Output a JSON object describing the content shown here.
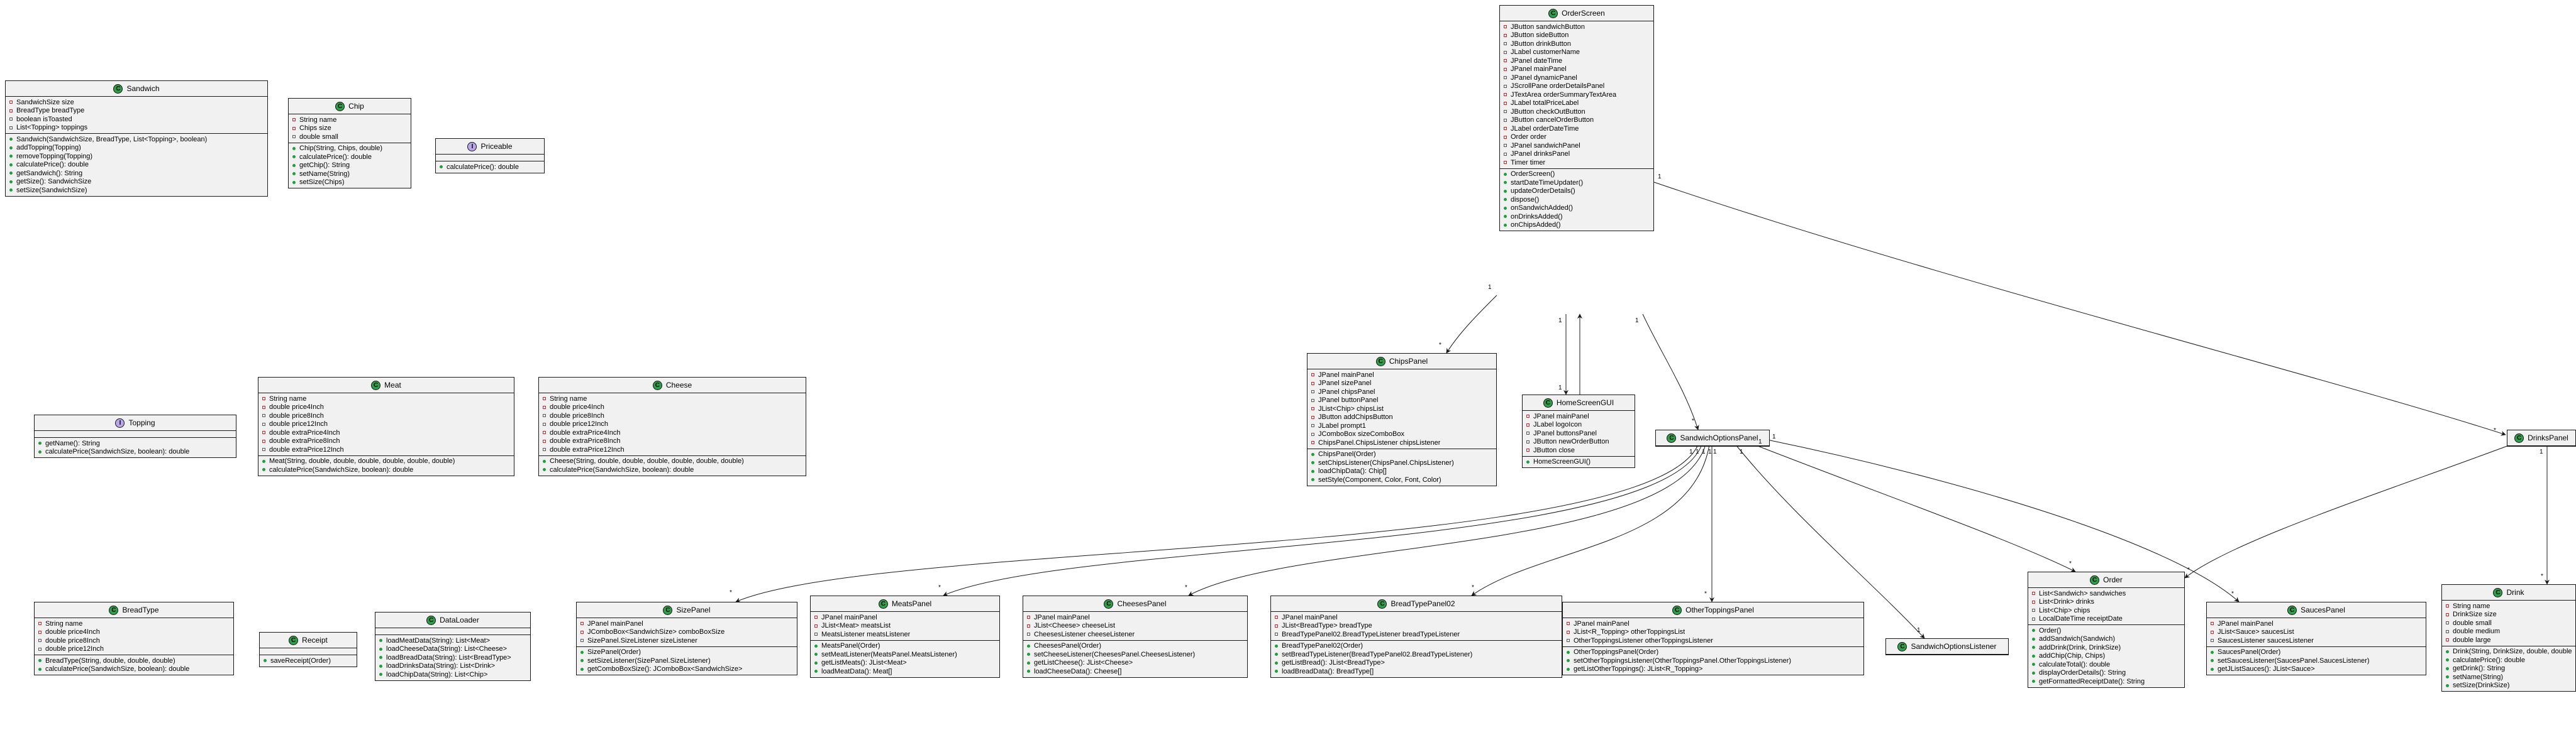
{
  "diagram": {
    "edge_labels": {
      "one": "1",
      "many": "*"
    },
    "classes": [
      {
        "id": "Sandwich",
        "kind": "class",
        "name": "Sandwich",
        "fields": [
          "SandwichSize size",
          "BreadType breadType",
          "boolean isToasted",
          "List<Topping> toppings"
        ],
        "methods": [
          "Sandwich(SandwichSize, BreadType, List<Topping>, boolean)",
          "addTopping(Topping)",
          "removeTopping(Topping)",
          "calculatePrice(): double",
          "getSandwich(): String",
          "getSize(): SandwichSize",
          "setSize(SandwichSize)"
        ]
      },
      {
        "id": "Chip",
        "kind": "class",
        "name": "Chip",
        "fields": [
          "String name",
          "Chips size",
          "double small"
        ],
        "methods": [
          "Chip(String, Chips, double)",
          "calculatePrice(): double",
          "getChip(): String",
          "setName(String)",
          "setSize(Chips)"
        ]
      },
      {
        "id": "Priceable",
        "kind": "interface",
        "name": "Priceable",
        "fields": [],
        "methods": [
          "calculatePrice(): double"
        ]
      },
      {
        "id": "Topping",
        "kind": "interface",
        "name": "Topping",
        "fields": [],
        "methods": [
          "getName(): String",
          "calculatePrice(SandwichSize, boolean): double"
        ]
      },
      {
        "id": "Meat",
        "kind": "class",
        "name": "Meat",
        "fields": [
          "String name",
          "double price4Inch",
          "double price8Inch",
          "double price12Inch",
          "double extraPrice4Inch",
          "double extraPrice8Inch",
          "double extraPrice12Inch"
        ],
        "methods": [
          "Meat(String, double, double, double, double, double, double)",
          "calculatePrice(SandwichSize, boolean): double"
        ]
      },
      {
        "id": "Cheese",
        "kind": "class",
        "name": "Cheese",
        "fields": [
          "String name",
          "double price4Inch",
          "double price8Inch",
          "double price12Inch",
          "double extraPrice4Inch",
          "double extraPrice8Inch",
          "double extraPrice12Inch"
        ],
        "methods": [
          "Cheese(String, double, double, double, double, double, double)",
          "calculatePrice(SandwichSize, boolean): double"
        ]
      },
      {
        "id": "OrderScreen",
        "kind": "class",
        "name": "OrderScreen",
        "fields": [
          "JButton sandwichButton",
          "JButton sideButton",
          "JButton drinkButton",
          "JLabel customerName",
          "JPanel dateTime",
          "JPanel mainPanel",
          "JPanel dynamicPanel",
          "JScrollPane orderDetailsPanel",
          "JTextArea orderSummaryTextArea",
          "JLabel totalPriceLabel",
          "JButton checkOutButton",
          "JButton cancelOrderButton",
          "JLabel orderDateTime",
          "Order order",
          "JPanel sandwichPanel",
          "JPanel drinksPanel",
          "Timer timer"
        ],
        "methods": [
          "OrderScreen()",
          "startDateTimeUpdater()",
          "updateOrderDetails()",
          "dispose()",
          "onSandwichAdded()",
          "onDrinksAdded()",
          "onChipsAdded()"
        ]
      },
      {
        "id": "ChipsPanel",
        "kind": "class",
        "name": "ChipsPanel",
        "fields": [
          "JPanel mainPanel",
          "JPanel sizePanel",
          "JPanel chipsPanel",
          "JPanel buttonPanel",
          "JList<Chip> chipsList",
          "JButton addChipsButton",
          "JLabel prompt1",
          "JComboBox sizeComboBox",
          "ChipsPanel.ChipsListener chipsListener"
        ],
        "methods": [
          "ChipsPanel(Order)",
          "setChipsListener(ChipsPanel.ChipsListener)",
          "loadChipData(): Chip[]",
          "setStyle(Component, Color, Font, Color)"
        ]
      },
      {
        "id": "HomeScreenGUI",
        "kind": "class",
        "name": "HomeScreenGUI",
        "fields": [
          "JPanel mainPanel",
          "JLabel logoIcon",
          "JPanel buttonsPanel",
          "JButton newOrderButton",
          "JButton close"
        ],
        "methods": [
          "HomeScreenGUI()"
        ]
      },
      {
        "id": "SandwichOptionsPanel",
        "kind": "class",
        "name": "SandwichOptionsPanel",
        "fields": [],
        "methods": []
      },
      {
        "id": "DrinksPanel",
        "kind": "class",
        "name": "DrinksPanel",
        "fields": [],
        "methods": []
      },
      {
        "id": "BreadType",
        "kind": "class",
        "name": "BreadType",
        "fields": [
          "String name",
          "double price4Inch",
          "double price8Inch",
          "double price12Inch"
        ],
        "methods": [
          "BreadType(String, double, double, double)",
          "calculatePrice(SandwichSize, boolean): double"
        ]
      },
      {
        "id": "Receipt",
        "kind": "class",
        "name": "Receipt",
        "fields": [],
        "methods": [
          "saveReceipt(Order)"
        ]
      },
      {
        "id": "DataLoader",
        "kind": "class",
        "name": "DataLoader",
        "fields": [],
        "methods": [
          "loadMeatData(String): List<Meat>",
          "loadCheeseData(String): List<Cheese>",
          "loadBreadData(String): List<BreadType>",
          "loadDrinksData(String): List<Drink>",
          "loadChipData(String): List<Chip>"
        ]
      },
      {
        "id": "SizePanel",
        "kind": "class",
        "name": "SizePanel",
        "fields": [
          "JPanel mainPanel",
          "JComboBox<SandwichSize> comboBoxSize",
          "SizePanel.SizeListener sizeListener"
        ],
        "methods": [
          "SizePanel(Order)",
          "setSizeListener(SizePanel.SizeListener)",
          "getComboBoxSize(): JComboBox<SandwichSize>"
        ]
      },
      {
        "id": "MeatsPanel",
        "kind": "class",
        "name": "MeatsPanel",
        "fields": [
          "JPanel mainPanel",
          "JList<Meat> meatsList",
          "MeatsListener meatsListener"
        ],
        "methods": [
          "MeatsPanel(Order)",
          "setMeatListener(MeatsPanel.MeatsListener)",
          "getListMeats(): JList<Meat>",
          "loadMeatData(): Meat[]"
        ]
      },
      {
        "id": "CheesesPanel",
        "kind": "class",
        "name": "CheesesPanel",
        "fields": [
          "JPanel mainPanel",
          "JList<Cheese> cheeseList",
          "CheesesListener cheeseListener"
        ],
        "methods": [
          "CheesesPanel(Order)",
          "setCheeseListener(CheesesPanel.CheesesListener)",
          "getListCheese(): JList<Cheese>",
          "loadCheeseData(): Cheese[]"
        ]
      },
      {
        "id": "BreadTypePanel02",
        "kind": "class",
        "name": "BreadTypePanel02",
        "fields": [
          "JPanel mainPanel",
          "JList<BreadType> breadType",
          "BreadTypePanel02.BreadTypeListener breadTypeListener"
        ],
        "methods": [
          "BreadTypePanel02(Order)",
          "setBreadTypeListener(BreadTypePanel02.BreadTypeListener)",
          "getListBread(): JList<BreadType>",
          "loadBreadData(): BreadType[]"
        ]
      },
      {
        "id": "OtherToppingsPanel",
        "kind": "class",
        "name": "OtherToppingsPanel",
        "fields": [
          "JPanel mainPanel",
          "JList<R_Topping> otherToppingsList",
          "OtherToppingsListener otherToppingsListener"
        ],
        "methods": [
          "OtherToppingsPanel(Order)",
          "setOtherToppingsListener(OtherToppingsPanel.OtherToppingsListener)",
          "getListOtherToppings(): JList<R_Topping>"
        ]
      },
      {
        "id": "SandwichOptionsListener",
        "kind": "class",
        "name": "SandwichOptionsListener",
        "fields": [],
        "methods": []
      },
      {
        "id": "Order",
        "kind": "class",
        "name": "Order",
        "fields": [
          "List<Sandwich> sandwiches",
          "List<Drink> drinks",
          "List<Chip> chips",
          "LocalDateTime receiptDate"
        ],
        "methods": [
          "Order()",
          "addSandwich(Sandwich)",
          "addDrink(Drink, DrinkSize)",
          "addChip(Chip, Chips)",
          "calculateTotal(): double",
          "displayOrderDetails(): String",
          "getFormattedReceiptDate(): String"
        ]
      },
      {
        "id": "SaucesPanel",
        "kind": "class",
        "name": "SaucesPanel",
        "fields": [
          "JPanel mainPanel",
          "JList<Sauce> saucesList",
          "SaucesListener saucesListener"
        ],
        "methods": [
          "SaucesPanel(Order)",
          "setSaucesListener(SaucesPanel.SaucesListener)",
          "getJListSauces(): JList<Sauce>"
        ]
      },
      {
        "id": "Drink",
        "kind": "class",
        "name": "Drink",
        "fields": [
          "String name",
          "DrinkSize size",
          "double small",
          "double medium",
          "double large"
        ],
        "methods": [
          "Drink(String, DrinkSize, double, double, double)",
          "calculatePrice(): double",
          "getDrink(): String",
          "setName(String)",
          "setSize(DrinkSize)"
        ]
      }
    ]
  }
}
